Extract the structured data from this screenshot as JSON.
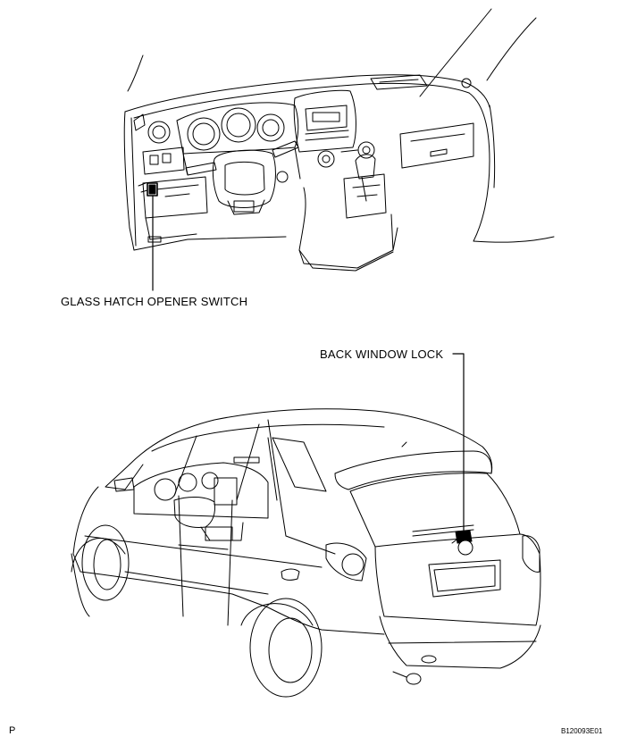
{
  "callouts": {
    "glass_hatch_switch": "GLASS HATCH OPENER SWITCH",
    "back_window_lock": "BACK WINDOW LOCK"
  },
  "footer": {
    "page_marker": "P",
    "figure_code": "B120093E01"
  },
  "colors": {
    "line": "#000000",
    "background": "#ffffff"
  }
}
